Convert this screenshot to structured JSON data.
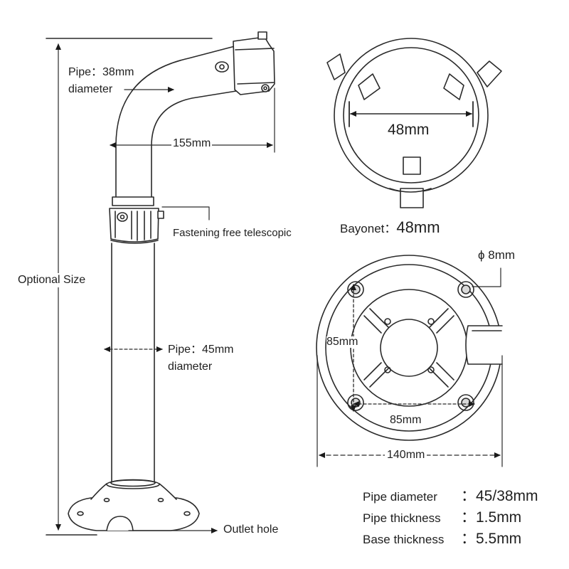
{
  "labels": {
    "pipe_upper_a": "Pipe：38mm",
    "pipe_upper_b": "diameter",
    "arm_reach": "155mm",
    "fastening": "Fastening free telescopic",
    "optional_size": "Optional Size",
    "pipe_lower_a": "Pipe：45mm",
    "pipe_lower_b": "diameter",
    "outlet_hole": "Outlet hole",
    "bayonet_inner": "48mm",
    "bayonet_caption_name": "Bayonet：",
    "bayonet_caption_value": "48mm",
    "hole_dia": "ϕ 8mm",
    "base_v_spacing": "85mm",
    "base_h_spacing": "85mm",
    "base_diameter": "140mm"
  },
  "specs": [
    {
      "name": "Pipe diameter",
      "value": "：45/38mm"
    },
    {
      "name": "Pipe thickness",
      "value": "：1.5mm"
    },
    {
      "name": "Base thickness",
      "value": "：5.5mm"
    }
  ]
}
